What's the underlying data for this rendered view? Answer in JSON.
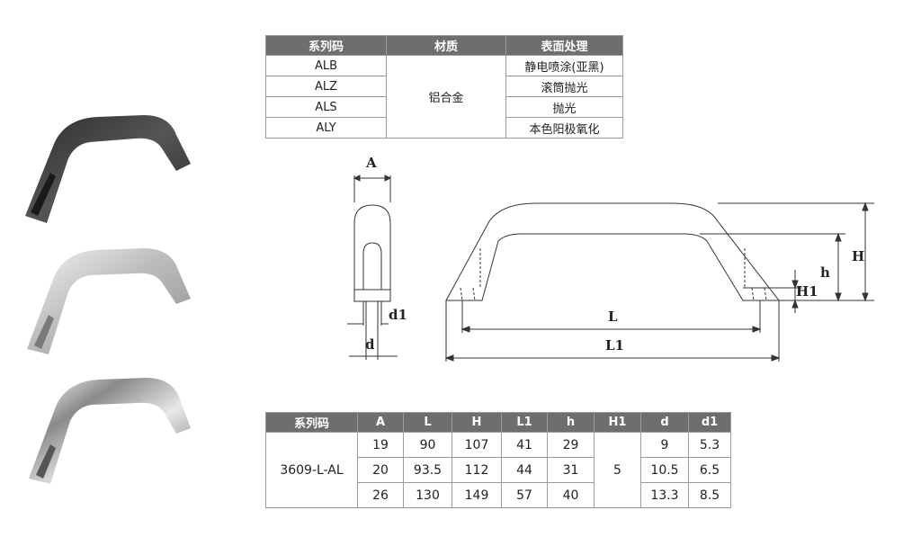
{
  "material_table": {
    "headers": [
      "系列码",
      "材质",
      "表面处理"
    ],
    "rows": [
      {
        "code": "ALB",
        "finish": "静电喷涂(亚黑)"
      },
      {
        "code": "ALZ",
        "finish": "滚筒抛光"
      },
      {
        "code": "ALS",
        "finish": "抛光"
      },
      {
        "code": "ALY",
        "finish": "本色阳极氧化"
      }
    ],
    "material": "铝合金"
  },
  "dimension_labels": {
    "A": "A",
    "d1": "d1",
    "d": "d",
    "L": "L",
    "L1": "L1",
    "H": "H",
    "h": "h",
    "H1": "H1"
  },
  "dimension_table": {
    "headers": [
      "系列码",
      "A",
      "L",
      "H",
      "L1",
      "h",
      "H1",
      "d",
      "d1"
    ],
    "code": "3609-L-AL",
    "h1_value": "5",
    "rows": [
      {
        "A": "19",
        "L": "90",
        "H": "107",
        "L1": "41",
        "h": "29",
        "d": "9",
        "d1": "5.3"
      },
      {
        "A": "20",
        "L": "93.5",
        "H": "112",
        "L1": "44",
        "h": "31",
        "d": "10.5",
        "d1": "6.5"
      },
      {
        "A": "26",
        "L": "130",
        "H": "149",
        "L1": "57",
        "h": "40",
        "d": "13.3",
        "d1": "8.5"
      }
    ]
  },
  "colors": {
    "header_bg": "#6e6e6e",
    "handle_black": "#3a3a3a",
    "handle_silver": "#d9d9d9"
  }
}
